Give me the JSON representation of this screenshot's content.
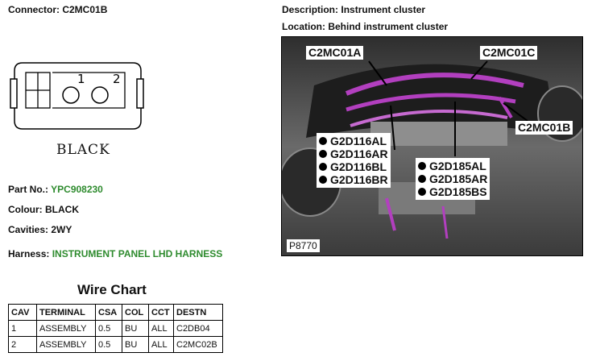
{
  "connector": {
    "label": "Connector:",
    "id": "C2MC01B"
  },
  "description": {
    "label": "Description:",
    "value": "Instrument cluster"
  },
  "location": {
    "label": "Location:",
    "value": "Behind instrument cluster"
  },
  "diagram": {
    "pin_numbers": [
      "1",
      "2"
    ],
    "color_text": "BLACK"
  },
  "details": {
    "part_no_label": "Part No.:",
    "part_no": "YPC908230",
    "colour_label": "Colour:",
    "colour": "BLACK",
    "cavities_label": "Cavities:",
    "cavities": "2WY",
    "harness_label": "Harness:",
    "harness": "INSTRUMENT PANEL LHD HARNESS"
  },
  "photo": {
    "callouts": [
      "C2MC01A",
      "C2MC01C",
      "C2MC01B"
    ],
    "group1": [
      "G2D116AL",
      "G2D116AR",
      "G2D116BL",
      "G2D116BR"
    ],
    "group2": [
      "G2D185AL",
      "G2D185AR",
      "G2D185BS"
    ],
    "reference": "P8770"
  },
  "wire_chart": {
    "title": "Wire Chart",
    "headers": [
      "CAV",
      "TERMINAL",
      "CSA",
      "COL",
      "CCT",
      "DESTN"
    ],
    "rows": [
      [
        "1",
        "ASSEMBLY",
        "0.5",
        "BU",
        "ALL",
        "C2DB04"
      ],
      [
        "2",
        "ASSEMBLY",
        "0.5",
        "BU",
        "ALL",
        "C2MC02B"
      ]
    ]
  },
  "colors": {
    "green_text": "#2e8b2e",
    "harness_purple": "#b23fbf"
  }
}
